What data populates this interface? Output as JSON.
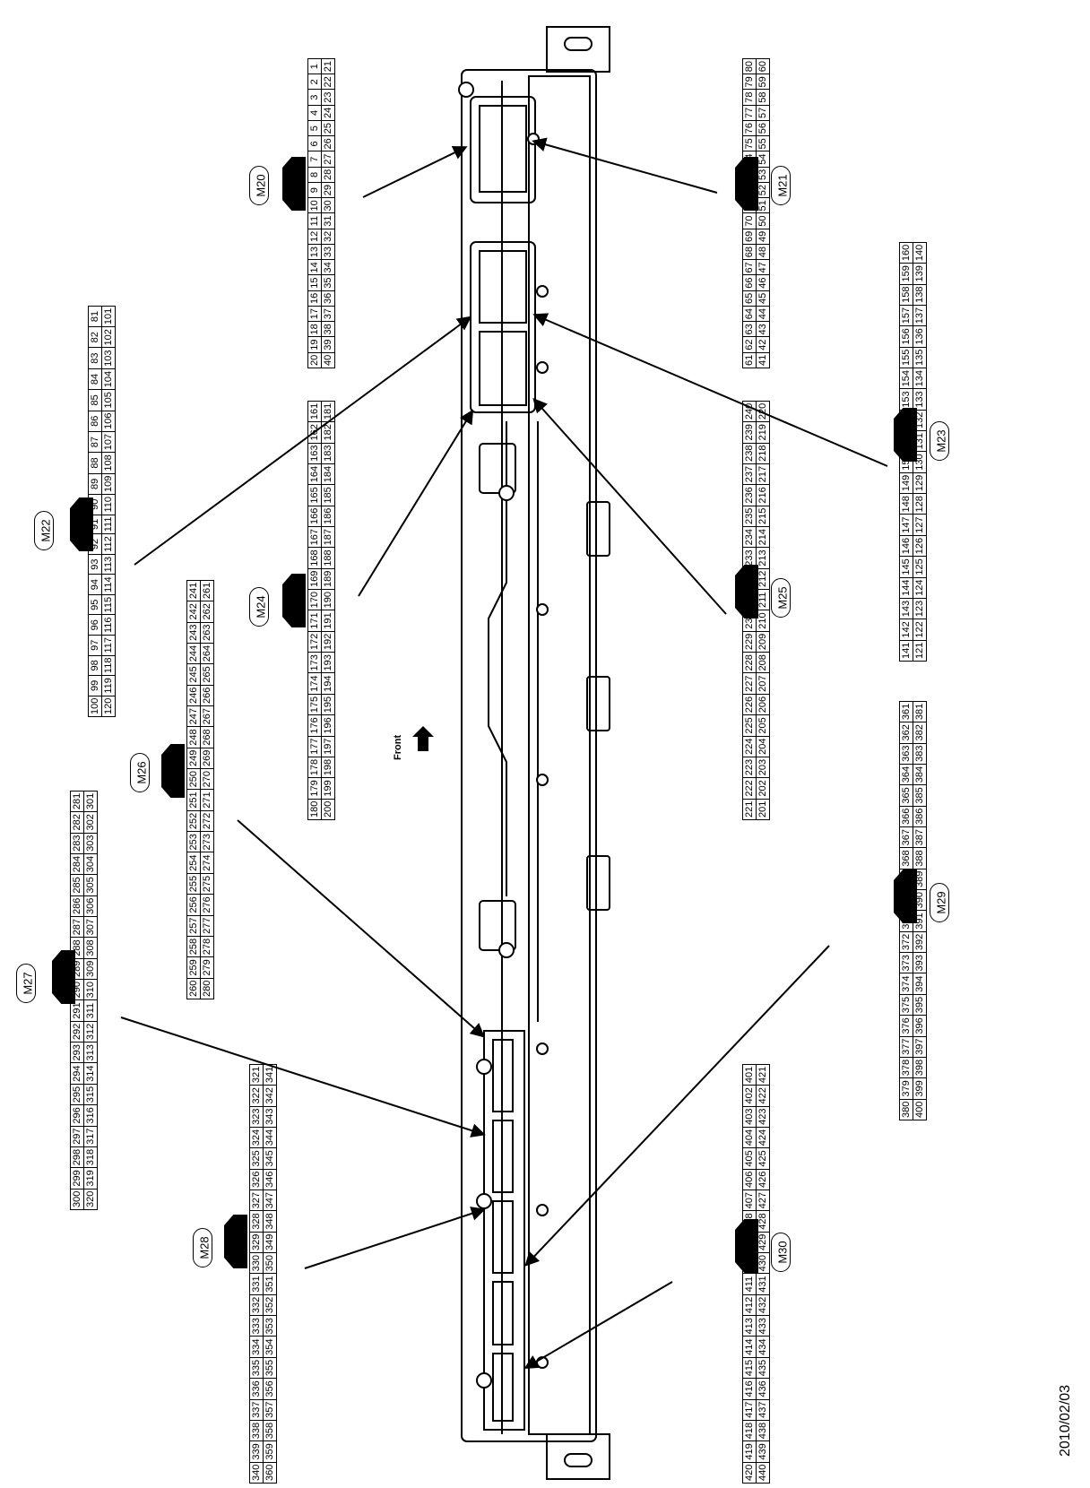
{
  "date": "2010/02/03",
  "front_label": "Front",
  "connectors": [
    {
      "id": "M20",
      "label": "M20",
      "rows": [
        [
          "20",
          "19",
          "18",
          "17",
          "16",
          "15",
          "14",
          "13",
          "12",
          "11",
          "10",
          "9",
          "8",
          "7",
          "6",
          "5",
          "4",
          "3",
          "2",
          "1"
        ],
        [
          "40",
          "39",
          "38",
          "37",
          "36",
          "35",
          "34",
          "33",
          "32",
          "31",
          "30",
          "29",
          "28",
          "27",
          "26",
          "25",
          "24",
          "23",
          "22",
          "21"
        ]
      ]
    },
    {
      "id": "M21",
      "label": "M21",
      "rows": [
        [
          "61",
          "62",
          "63",
          "64",
          "65",
          "66",
          "67",
          "68",
          "69",
          "70",
          "71",
          "72",
          "73",
          "74",
          "75",
          "76",
          "77",
          "78",
          "79",
          "80"
        ],
        [
          "41",
          "42",
          "43",
          "44",
          "45",
          "46",
          "47",
          "48",
          "49",
          "50",
          "51",
          "52",
          "53",
          "54",
          "55",
          "56",
          "57",
          "58",
          "59",
          "60"
        ]
      ]
    },
    {
      "id": "M22",
      "label": "M22",
      "rows": [
        [
          "100",
          "99",
          "98",
          "97",
          "96",
          "95",
          "94",
          "93",
          "92",
          "91",
          "90",
          "89",
          "88",
          "87",
          "86",
          "85",
          "84",
          "83",
          "82",
          "81"
        ],
        [
          "120",
          "119",
          "118",
          "117",
          "116",
          "115",
          "114",
          "113",
          "112",
          "111",
          "110",
          "109",
          "108",
          "107",
          "106",
          "105",
          "104",
          "103",
          "102",
          "101"
        ]
      ]
    },
    {
      "id": "M23",
      "label": "M23",
      "rows": [
        [
          "141",
          "142",
          "143",
          "144",
          "145",
          "146",
          "147",
          "148",
          "149",
          "150",
          "151",
          "152",
          "153",
          "154",
          "155",
          "156",
          "157",
          "158",
          "159",
          "160"
        ],
        [
          "121",
          "122",
          "123",
          "124",
          "125",
          "126",
          "127",
          "128",
          "129",
          "130",
          "131",
          "132",
          "133",
          "134",
          "135",
          "136",
          "137",
          "138",
          "139",
          "140"
        ]
      ]
    },
    {
      "id": "M24",
      "label": "M24",
      "rows": [
        [
          "180",
          "179",
          "178",
          "177",
          "176",
          "175",
          "174",
          "173",
          "172",
          "171",
          "170",
          "169",
          "168",
          "167",
          "166",
          "165",
          "164",
          "163",
          "162",
          "161"
        ],
        [
          "200",
          "199",
          "198",
          "197",
          "196",
          "195",
          "194",
          "193",
          "192",
          "191",
          "190",
          "189",
          "188",
          "187",
          "186",
          "185",
          "184",
          "183",
          "182",
          "181"
        ]
      ]
    },
    {
      "id": "M25",
      "label": "M25",
      "rows": [
        [
          "221",
          "222",
          "223",
          "224",
          "225",
          "226",
          "227",
          "228",
          "229",
          "230",
          "231",
          "232",
          "233",
          "234",
          "235",
          "236",
          "237",
          "238",
          "239",
          "240"
        ],
        [
          "201",
          "202",
          "203",
          "204",
          "205",
          "206",
          "207",
          "208",
          "209",
          "210",
          "211",
          "212",
          "213",
          "214",
          "215",
          "216",
          "217",
          "218",
          "219",
          "220"
        ]
      ]
    },
    {
      "id": "M26",
      "label": "M26",
      "rows": [
        [
          "260",
          "259",
          "258",
          "257",
          "256",
          "255",
          "254",
          "253",
          "252",
          "251",
          "250",
          "249",
          "248",
          "247",
          "246",
          "245",
          "244",
          "243",
          "242",
          "241"
        ],
        [
          "280",
          "279",
          "278",
          "277",
          "276",
          "275",
          "274",
          "273",
          "272",
          "271",
          "270",
          "269",
          "268",
          "267",
          "266",
          "265",
          "264",
          "263",
          "262",
          "261"
        ]
      ]
    },
    {
      "id": "M27",
      "label": "M27",
      "rows": [
        [
          "300",
          "299",
          "298",
          "297",
          "296",
          "295",
          "294",
          "293",
          "292",
          "291",
          "290",
          "289",
          "288",
          "287",
          "286",
          "285",
          "284",
          "283",
          "282",
          "281"
        ],
        [
          "320",
          "319",
          "318",
          "317",
          "316",
          "315",
          "314",
          "313",
          "312",
          "311",
          "310",
          "309",
          "308",
          "307",
          "306",
          "305",
          "304",
          "303",
          "302",
          "301"
        ]
      ]
    },
    {
      "id": "M28",
      "label": "M28",
      "rows": [
        [
          "340",
          "339",
          "338",
          "337",
          "336",
          "335",
          "334",
          "333",
          "332",
          "331",
          "330",
          "329",
          "328",
          "327",
          "326",
          "325",
          "324",
          "323",
          "322",
          "321"
        ],
        [
          "360",
          "359",
          "358",
          "357",
          "356",
          "355",
          "354",
          "353",
          "352",
          "351",
          "350",
          "349",
          "348",
          "347",
          "346",
          "345",
          "344",
          "343",
          "342",
          "341"
        ]
      ]
    },
    {
      "id": "M29",
      "label": "M29",
      "rows": [
        [
          "380",
          "379",
          "378",
          "377",
          "376",
          "375",
          "374",
          "373",
          "372",
          "371",
          "370",
          "369",
          "368",
          "367",
          "366",
          "365",
          "364",
          "363",
          "362",
          "361"
        ],
        [
          "400",
          "399",
          "398",
          "397",
          "396",
          "395",
          "394",
          "393",
          "392",
          "391",
          "390",
          "389",
          "388",
          "387",
          "386",
          "385",
          "384",
          "383",
          "382",
          "381"
        ]
      ]
    },
    {
      "id": "M30",
      "label": "M30",
      "rows": [
        [
          "420",
          "419",
          "418",
          "417",
          "416",
          "415",
          "414",
          "413",
          "412",
          "411",
          "410",
          "409",
          "408",
          "407",
          "406",
          "405",
          "404",
          "403",
          "402",
          "401"
        ],
        [
          "440",
          "439",
          "438",
          "437",
          "436",
          "435",
          "434",
          "433",
          "432",
          "431",
          "430",
          "429",
          "428",
          "427",
          "426",
          "425",
          "424",
          "423",
          "422",
          "421"
        ]
      ]
    }
  ]
}
